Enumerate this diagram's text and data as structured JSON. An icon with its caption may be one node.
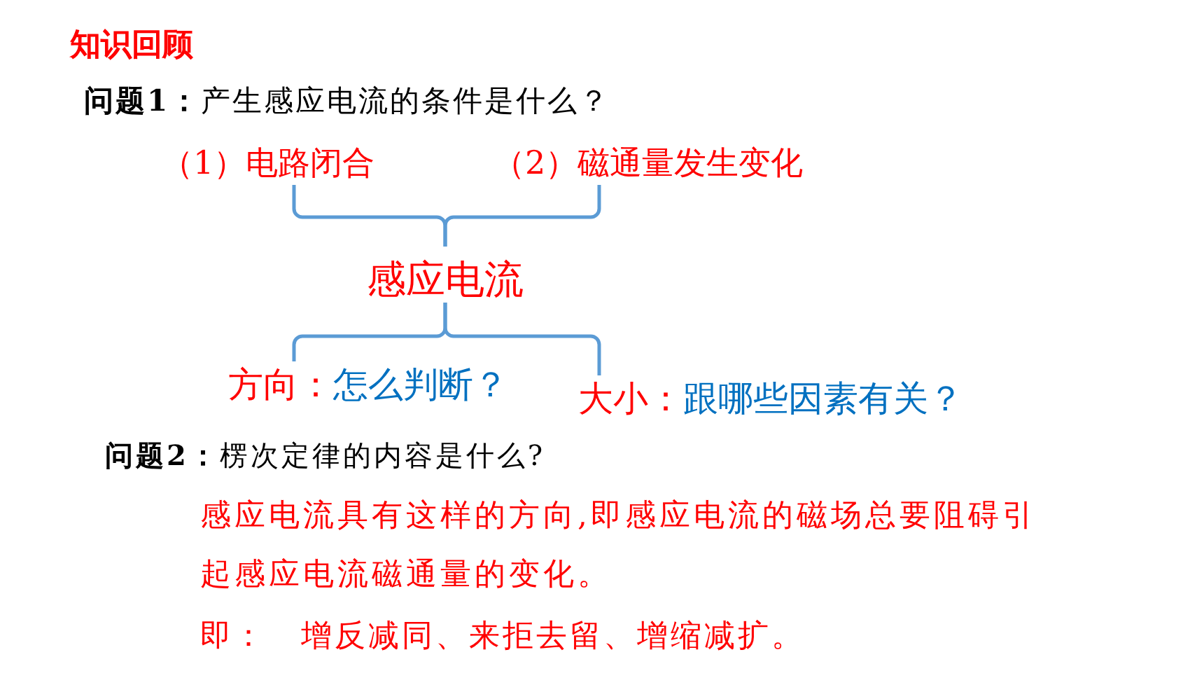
{
  "diagram": {
    "title": "知识回顾",
    "nodes": [
      {
        "text": [
          "（1）电路闭合"
        ]
      },
      {
        "text": [
          "（2）磁通量发生变化"
        ]
      },
      {
        "text": [
          "感应电流"
        ]
      },
      {
        "text": [
          "方向：",
          "怎么判断？"
        ]
      },
      {
        "text": [
          "大小：",
          "跟哪些因素有关？"
        ]
      }
    ],
    "edges": [
      {
        "from": 0,
        "to": 2,
        "arrow": "none"
      },
      {
        "from": 1,
        "to": 2,
        "arrow": "none"
      },
      {
        "from": 2,
        "to": 3,
        "arrow": "none"
      },
      {
        "from": 2,
        "to": 4,
        "arrow": "none"
      }
    ],
    "labels": [
      "**问题1：**产生感应电流的条件是什么？",
      "**问题2：**楞次定律的内容是什么?",
      "感应电流具有这样的方向,即感应电流的磁场总要阻碍引起感应电流磁通量的变化。",
      "即：",
      "增反减同、来拒去留、增缩减扩。"
    ]
  }
}
